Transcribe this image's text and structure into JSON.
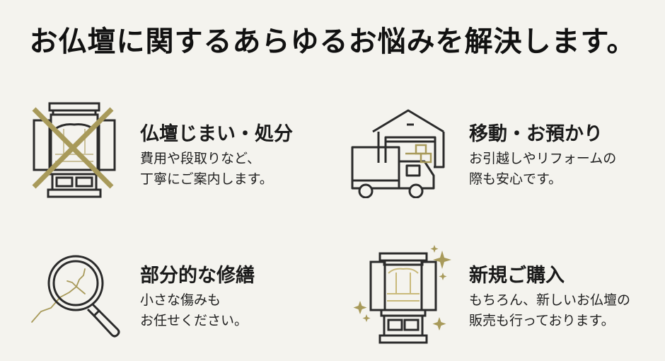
{
  "headline": "お仏壇に関するあらゆるお悩みを解決します。",
  "colors": {
    "background": "#f4f3ee",
    "text": "#1c1c1c",
    "icon_line": "#2b2b2b",
    "accent_gold": "#a89a5a"
  },
  "services": [
    {
      "icon": "butsudan-crossed-icon",
      "title": "仏壇じまい・処分",
      "desc_line1": "費用や段取りなど、",
      "desc_line2": "丁寧にご案内します。"
    },
    {
      "icon": "truck-warehouse-icon",
      "title": "移動・お預かり",
      "desc_line1": "お引越しやリフォームの",
      "desc_line2": "際も安心です。"
    },
    {
      "icon": "magnifier-crack-icon",
      "title": "部分的な修繕",
      "desc_line1": "小さな傷みも",
      "desc_line2": "お任せください。"
    },
    {
      "icon": "butsudan-sparkle-icon",
      "title": "新規ご購入",
      "desc_line1": "もちろん、新しいお仏壇の",
      "desc_line2": "販売も行っております。"
    }
  ]
}
